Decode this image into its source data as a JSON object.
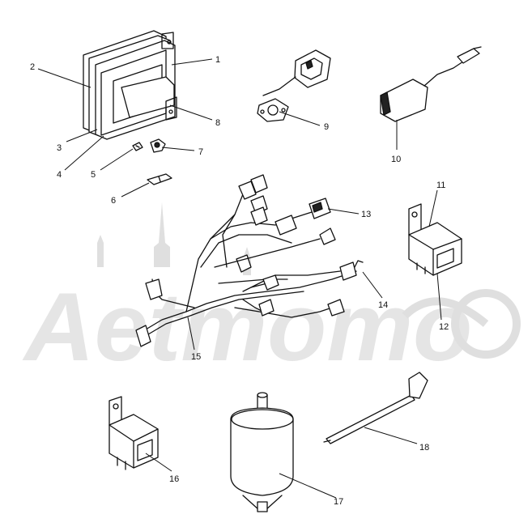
{
  "callouts": [
    {
      "id": "1",
      "label": "1"
    },
    {
      "id": "2",
      "label": "2"
    },
    {
      "id": "3",
      "label": "3"
    },
    {
      "id": "4",
      "label": "4"
    },
    {
      "id": "5",
      "label": "5"
    },
    {
      "id": "6",
      "label": "6"
    },
    {
      "id": "7",
      "label": "7"
    },
    {
      "id": "8",
      "label": "8"
    },
    {
      "id": "9",
      "label": "9"
    },
    {
      "id": "10",
      "label": "10"
    },
    {
      "id": "11",
      "label": "11"
    },
    {
      "id": "12",
      "label": "12"
    },
    {
      "id": "13",
      "label": "13"
    },
    {
      "id": "14",
      "label": "14"
    },
    {
      "id": "15",
      "label": "15"
    },
    {
      "id": "16",
      "label": "16"
    },
    {
      "id": "17",
      "label": "17"
    },
    {
      "id": "18",
      "label": "18"
    }
  ],
  "watermark": {
    "text": "Aetmomo",
    "color": "#dcdcdc"
  },
  "colors": {
    "line": "#111111",
    "background": "#ffffff"
  }
}
